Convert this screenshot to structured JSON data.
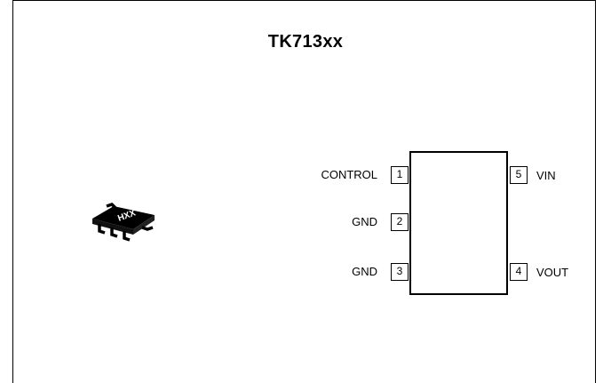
{
  "title": "TK713xx",
  "package": {
    "marking": "HXX"
  },
  "pins": {
    "p1": {
      "number": "1",
      "label": "CONTROL"
    },
    "p2": {
      "number": "2",
      "label": "GND"
    },
    "p3": {
      "number": "3",
      "label": "GND"
    },
    "p4": {
      "number": "4",
      "label_main": "V",
      "label_sub": "OUT"
    },
    "p5": {
      "number": "5",
      "label_main": "V",
      "label_sub": "IN"
    }
  }
}
